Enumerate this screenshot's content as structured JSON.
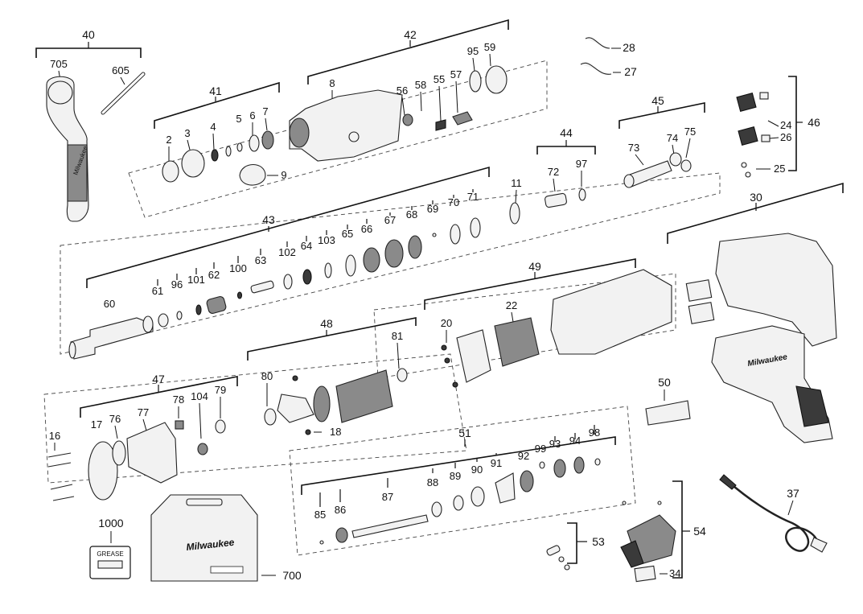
{
  "labels": {
    "n40": "40",
    "n705": "705",
    "n605": "605",
    "n41": "41",
    "n2": "2",
    "n3": "3",
    "n4": "4",
    "n5": "5",
    "n6": "6",
    "n7": "7",
    "n9": "9",
    "n42": "42",
    "n8": "8",
    "n56": "56",
    "n58": "58",
    "n55": "55",
    "n57": "57",
    "n95": "95",
    "n59": "59",
    "n28": "28",
    "n27": "27",
    "n45": "45",
    "n73": "73",
    "n74": "74",
    "n75": "75",
    "n44": "44",
    "n72": "72",
    "n97": "97",
    "n11": "11",
    "n46": "46",
    "n24": "24",
    "n26": "26",
    "n25": "25",
    "n43": "43",
    "n60": "60",
    "n61": "61",
    "n96": "96",
    "n101": "101",
    "n62": "62",
    "n100": "100",
    "n63": "63",
    "n102": "102",
    "n64": "64",
    "n103": "103",
    "n65": "65",
    "n66": "66",
    "n67": "67",
    "n68": "68",
    "n69": "69",
    "n70": "70",
    "n71": "71",
    "n30": "30",
    "n49": "49",
    "n20": "20",
    "n22": "22",
    "n48": "48",
    "n80": "80",
    "n81": "81",
    "n18": "18",
    "n47": "47",
    "n17": "17",
    "n76": "76",
    "n77": "77",
    "n78": "78",
    "n104": "104",
    "n79": "79",
    "n16": "16",
    "n50": "50",
    "n51": "51",
    "n85": "85",
    "n86": "86",
    "n87": "87",
    "n88": "88",
    "n89": "89",
    "n90": "90",
    "n91": "91",
    "n92": "92",
    "n93": "93",
    "n94": "94",
    "n98": "98",
    "n99": "99",
    "n53": "53",
    "n54": "54",
    "n34": "34",
    "n37": "37",
    "n1000": "1000",
    "n700": "700"
  },
  "grease_tube_label": "GREASE",
  "brand_text": "Milwaukee"
}
